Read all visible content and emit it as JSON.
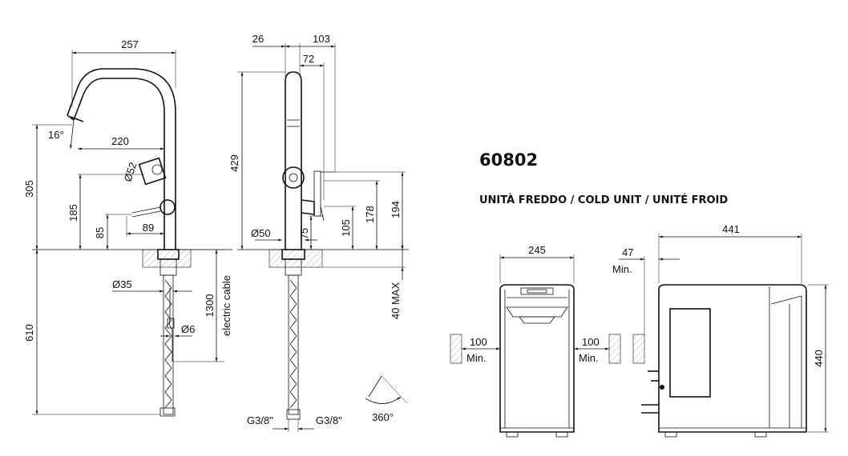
{
  "model": {
    "code": "60802",
    "subtitle": "UNITÀ FREDDO / COLD UNIT / UNITÉ FROID"
  },
  "faucet_front": {
    "width": "257",
    "reach": "220",
    "angle": "16°",
    "height_total": "305",
    "head_diam": "Ø52",
    "h185": "185",
    "h85": "85",
    "d89": "89",
    "base_diam": "Ø35",
    "below": "610",
    "cable_len": "1300",
    "cable_label": "electric cable",
    "cable_diam": "Ø6"
  },
  "faucet_side": {
    "d26": "26",
    "d103": "103",
    "d72": "72",
    "h429": "429",
    "base_diam": "Ø50",
    "h75": "75",
    "h105": "105",
    "h178": "178",
    "h194": "194",
    "max_thickness": "40 MAX",
    "thread_left": "G3/8\"",
    "thread_right": "G3/8\"",
    "rotation": "360°"
  },
  "cold_unit": {
    "width": "245",
    "depth": "441",
    "height": "440",
    "rear_clearance": "47",
    "rear_clearance_min": "Min.",
    "side_clear_left": "100",
    "side_clear_left_min": "Min.",
    "side_clear_right": "100",
    "side_clear_right_min": "Min."
  }
}
